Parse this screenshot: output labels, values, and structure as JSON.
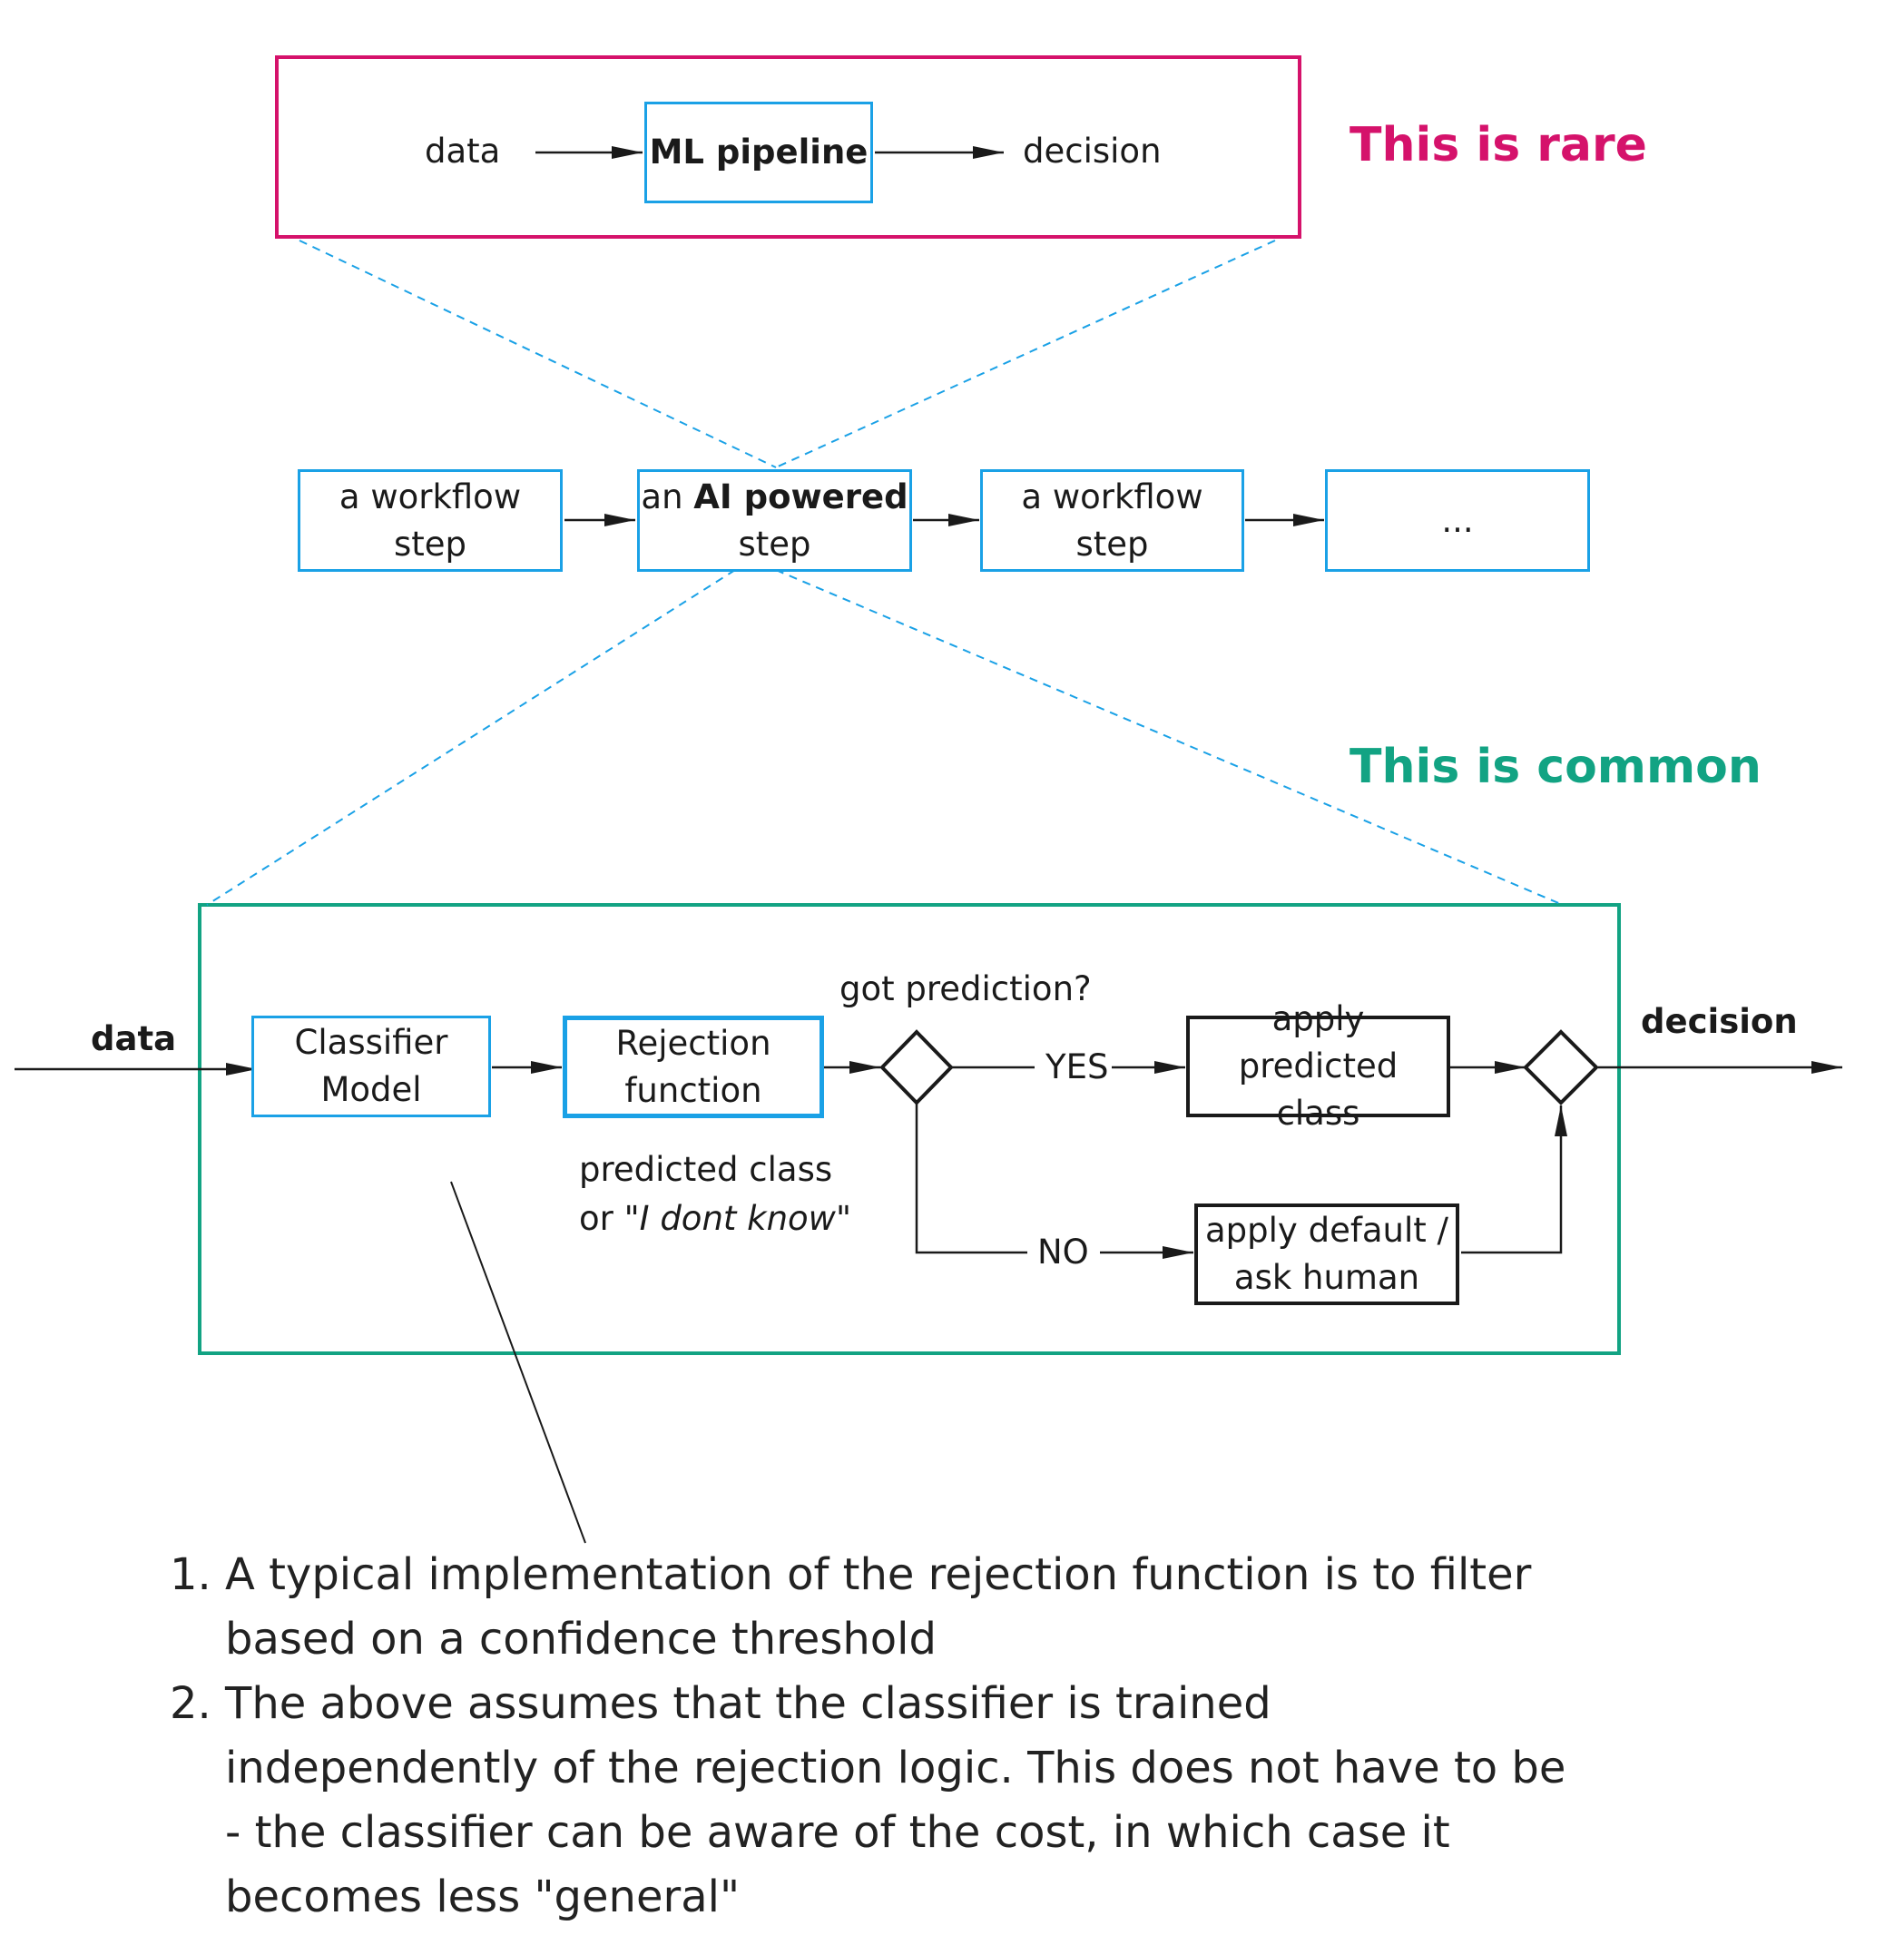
{
  "colors": {
    "rare": "#d5126b",
    "common": "#12a383",
    "blue": "#1aa1e6",
    "ink": "#1a1a1a"
  },
  "top_panel": {
    "input": "data",
    "pipeline": "ML pipeline",
    "output": "decision",
    "tag": "This is rare"
  },
  "workflow": {
    "step1": "a workflow step",
    "ai_prefix": "an",
    "ai_bold": "AI powered",
    "ai_suffix": "step",
    "step3": "a workflow step",
    "step4": "..."
  },
  "bottom_panel": {
    "tag": "This is common",
    "input": "data",
    "classifier": [
      "Classifier",
      "Model"
    ],
    "rejection": [
      "Rejection",
      "function"
    ],
    "rejection_caption": {
      "line1": "predicted class",
      "line2_prefix": "or \"",
      "line2_italic": "I dont know",
      "line2_suffix": "\""
    },
    "question": "got prediction?",
    "yes": "YES",
    "no": "NO",
    "apply_predicted": [
      "apply predicted",
      "class"
    ],
    "apply_default": [
      "apply default /",
      "ask human"
    ],
    "output": "decision"
  },
  "notes": [
    "A typical implementation of the rejection function is to filter based on a confidence threshold",
    "The above assumes that the classifier is trained independently of the rejection logic. This does not have to be - the classifier can be aware of the cost, in which case it becomes less \"general\""
  ]
}
